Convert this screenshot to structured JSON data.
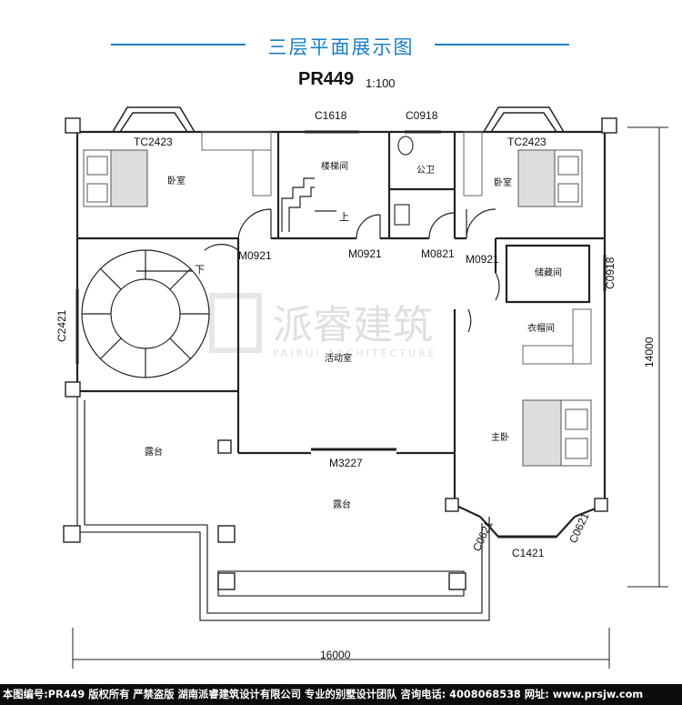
{
  "title": "三层平面展示图",
  "plan_code": "PR449",
  "scale": "1:100",
  "rooms": {
    "bedroom_left": "卧室",
    "stairwell": "楼梯间",
    "bathroom": "公卫",
    "bedroom_right": "卧室",
    "storage": "储藏间",
    "activity_room": "活动室",
    "closet": "衣帽间",
    "master_bedroom": "主卧",
    "terrace_left": "露台",
    "terrace_center": "露台"
  },
  "stair_labels": {
    "up": "上",
    "down": "下"
  },
  "windows": {
    "tc2423_left": "TC2423",
    "c1618": "C1618",
    "c0918_top": "C0918",
    "tc2423_right": "TC2423",
    "c2421": "C2421",
    "c0918_right": "C0918",
    "c0621_left": "C0621",
    "c1421": "C1421",
    "c0621_right": "C0621"
  },
  "doors": {
    "m0921_stair": "M0921",
    "m0821": "M0821",
    "m0921_left": "M0921",
    "m0921_right": "M0921",
    "m3227": "M3227"
  },
  "dimensions": {
    "width": "16000",
    "height": "14000"
  },
  "watermark": {
    "cn": "派睿建筑",
    "en": "PAIRUI ARCHITECTURE"
  },
  "footer": "本图编号:PR449 版权所有 严禁盗版 湖南派睿建筑设计有限公司 专业的别墅设计团队 咨询电话: 4008068538 网址: www.prsjw.com",
  "colors": {
    "accent": "#1b7fc4",
    "line": "#222222",
    "footer_bg": "#0c0c0c"
  }
}
